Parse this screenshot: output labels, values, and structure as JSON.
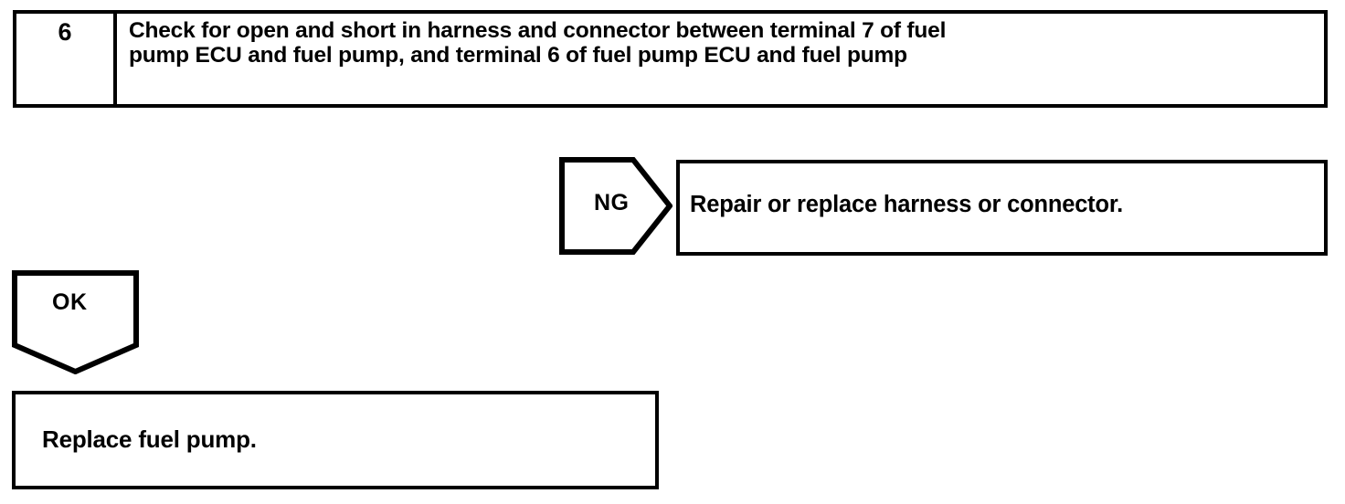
{
  "diagram": {
    "type": "troubleshooting-flowchart",
    "step": {
      "number": "6",
      "instruction": "Check for open and short in harness and connector between terminal 7 of fuel\npump ECU and fuel pump, and terminal 6 of fuel pump ECU and fuel pump"
    },
    "branches": [
      {
        "label": "NG",
        "direction": "right",
        "result": "Repair or replace harness or connector."
      },
      {
        "label": "OK",
        "direction": "down",
        "result": "Replace fuel pump."
      }
    ],
    "ng": {
      "label": "NG",
      "result": "Repair or replace harness or connector."
    },
    "ok": {
      "label": "OK",
      "result": "Replace fuel pump."
    },
    "colors": {
      "stroke": "#000000",
      "background": "#ffffff",
      "text": "#000000"
    }
  }
}
